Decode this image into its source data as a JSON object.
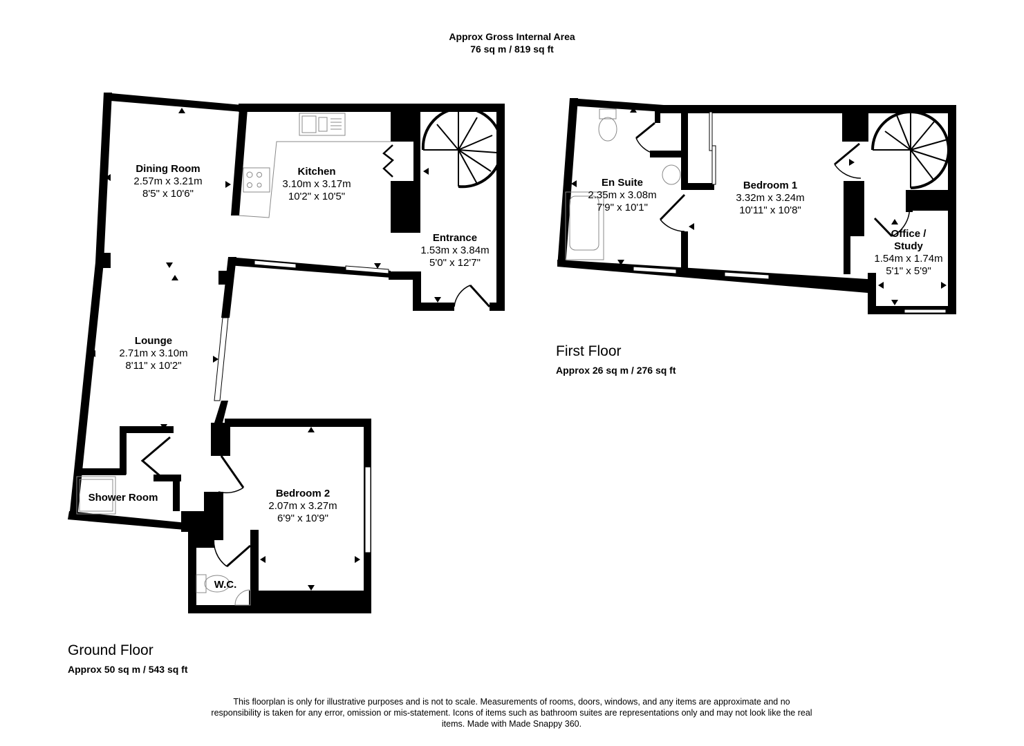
{
  "header": {
    "title": "Approx Gross Internal Area",
    "area": "76 sq m / 819 sq ft"
  },
  "floors": {
    "ground": {
      "title": "Ground Floor",
      "area": "Approx 50 sq m / 543 sq ft",
      "rooms": [
        {
          "name": "Dining Room",
          "metric": "2.57m x 3.21m",
          "imperial": "8'5\" x 10'6\""
        },
        {
          "name": "Kitchen",
          "metric": "3.10m x 3.17m",
          "imperial": "10'2\" x 10'5\""
        },
        {
          "name": "Entrance",
          "metric": "1.53m x 3.84m",
          "imperial": "5'0\" x 12'7\""
        },
        {
          "name": "Lounge",
          "metric": "2.71m x 3.10m",
          "imperial": "8'11\" x 10'2\""
        },
        {
          "name": "Bedroom 2",
          "metric": "2.07m x 3.27m",
          "imperial": "6'9\" x 10'9\""
        },
        {
          "name": "Shower Room"
        },
        {
          "name": "W.C."
        }
      ]
    },
    "first": {
      "title": "First Floor",
      "area": "Approx 26 sq m / 276 sq ft",
      "rooms": [
        {
          "name": "En Suite",
          "metric": "2.35m x 3.08m",
          "imperial": "7'9\" x 10'1\""
        },
        {
          "name": "Bedroom 1",
          "metric": "3.32m x 3.24m",
          "imperial": "10'11\" x 10'8\""
        },
        {
          "name": "Office /",
          "name2": "Study",
          "metric": "1.54m x 1.74m",
          "imperial": "5'1\" x 5'9\""
        }
      ]
    }
  },
  "disclaimer": "This floorplan is only for illustrative purposes and is not to scale. Measurements of rooms, doors, windows, and any items are approximate and no responsibility is taken for any error, omission or mis-statement. Icons of items such as bathroom suites are representations only and may not look like the real items. Made with Made Snappy 360.",
  "colors": {
    "wall": "#000000",
    "background": "#ffffff",
    "fixture": "#888888"
  }
}
